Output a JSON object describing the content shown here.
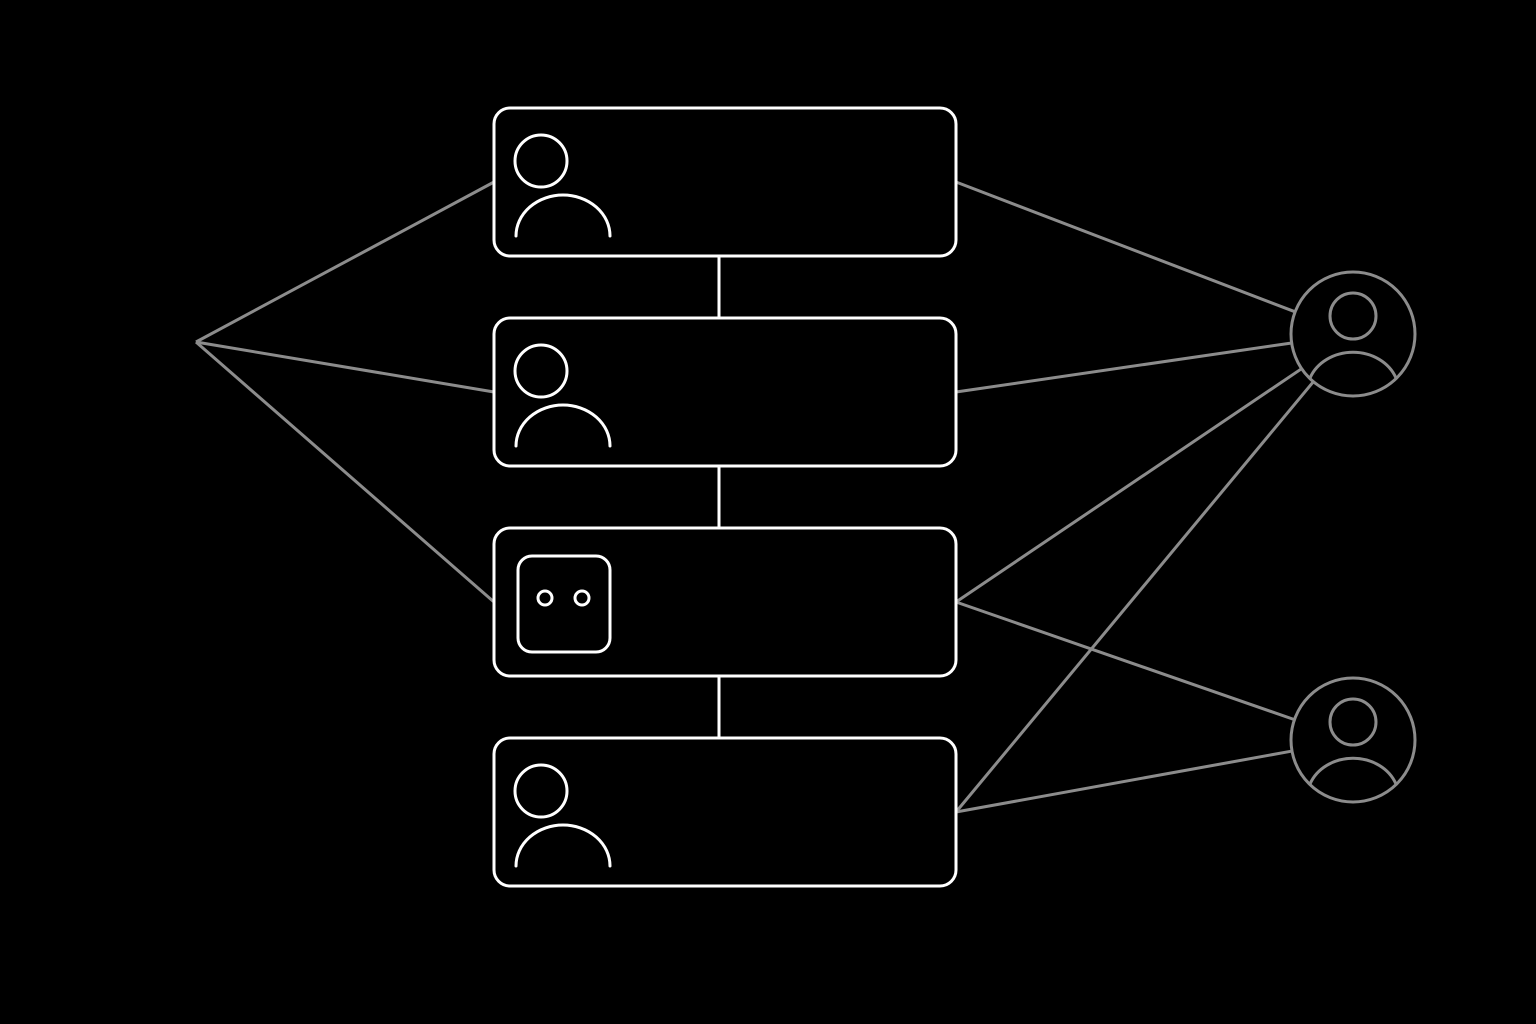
{
  "colors": {
    "background": "#000000",
    "node_stroke": "#ffffff",
    "edge_stroke": "#8c8c8c",
    "peer_stroke": "#8c8c8c"
  },
  "stack": {
    "cards": [
      {
        "id": "card-1",
        "icon": "user-icon"
      },
      {
        "id": "card-2",
        "icon": "user-icon"
      },
      {
        "id": "card-3",
        "icon": "bot-icon"
      },
      {
        "id": "card-4",
        "icon": "user-icon"
      }
    ]
  },
  "left_hub": {
    "id": "left-hub",
    "connects_to": [
      "card-1",
      "card-2",
      "card-3"
    ]
  },
  "peers": [
    {
      "id": "peer-1",
      "icon": "user-circle-icon"
    },
    {
      "id": "peer-2",
      "icon": "user-circle-icon"
    }
  ],
  "edges": [
    {
      "from": "card-1",
      "to": "peer-1"
    },
    {
      "from": "card-2",
      "to": "peer-1"
    },
    {
      "from": "card-3",
      "to": "peer-1"
    },
    {
      "from": "card-3",
      "to": "peer-2"
    },
    {
      "from": "card-4",
      "to": "peer-1"
    },
    {
      "from": "card-4",
      "to": "peer-2"
    }
  ]
}
